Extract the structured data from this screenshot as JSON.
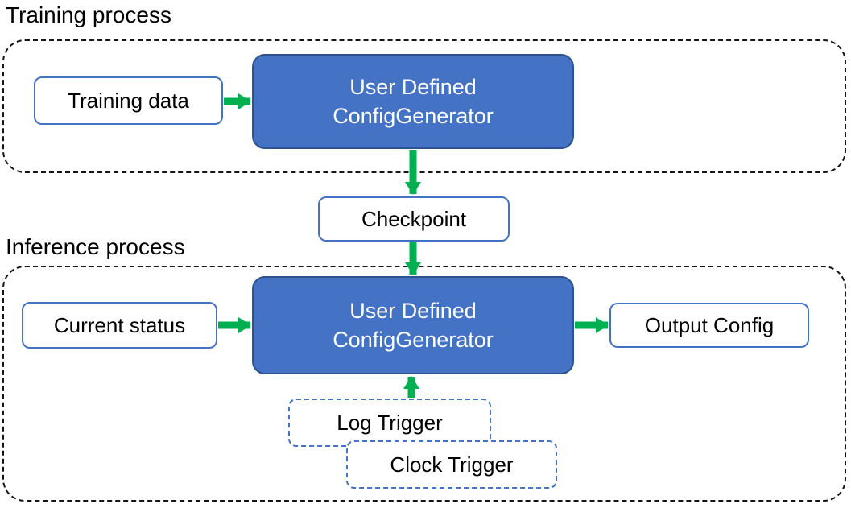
{
  "colors": {
    "node_fill_blue": "#4472C4",
    "node_border_blue": "#2F528F",
    "light_border_blue": "#4472C4",
    "arrow_green": "#00B050",
    "text_black": "#000000",
    "text_white": "#FFFFFF"
  },
  "training": {
    "section_label": "Training process",
    "input_label": "Training data",
    "generator_line1": "User Defined",
    "generator_line2": "ConfigGenerator"
  },
  "checkpoint": {
    "label": "Checkpoint"
  },
  "inference": {
    "section_label": "Inference process",
    "input_label": "Current status",
    "generator_line1": "User Defined",
    "generator_line2": "ConfigGenerator",
    "output_label": "Output Config",
    "log_trigger_label": "Log Trigger",
    "clock_trigger_label": "Clock Trigger"
  }
}
